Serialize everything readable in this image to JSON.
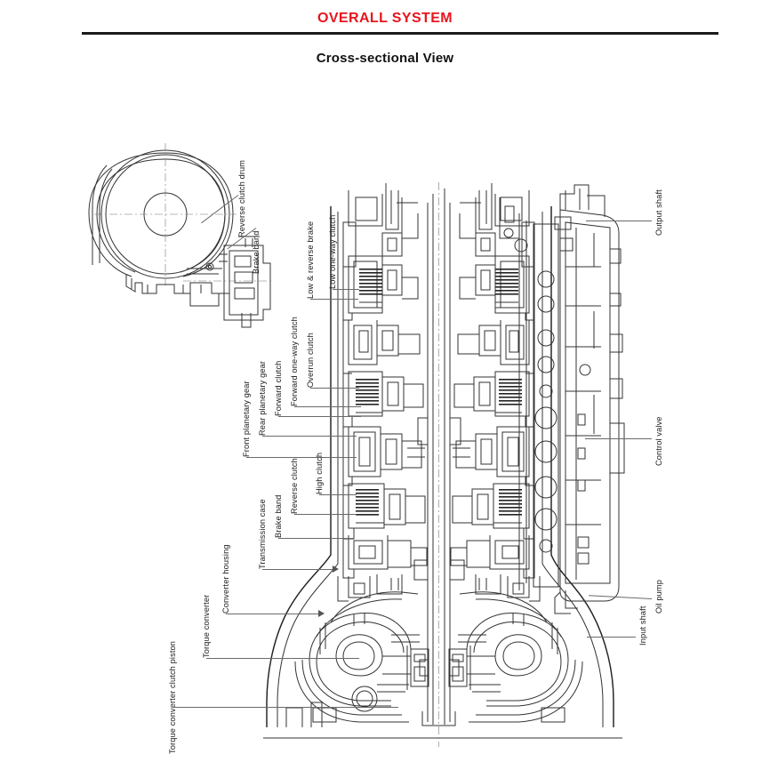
{
  "header": {
    "section_title": "OVERALL SYSTEM",
    "subtitle": "Cross-sectional View"
  },
  "diagram": {
    "name": "automatic-transmission-cross-section",
    "line_color": "#333333",
    "leader_color": "#6a6a6a",
    "accent_color": "#e8141e",
    "background": "#ffffff"
  },
  "callouts": {
    "detail_view": [
      {
        "id": "reverse-clutch-drum",
        "label": "Reverse clutch drum"
      },
      {
        "id": "brake-band-detail",
        "label": "Brake band"
      }
    ],
    "left": [
      {
        "id": "low-and-reverse-brake",
        "label": "Low & reverse brake"
      },
      {
        "id": "low-one-way-clutch",
        "label": "Low one-way clutch"
      },
      {
        "id": "overrun-clutch",
        "label": "Overrun clutch"
      },
      {
        "id": "forward-one-way-clutch",
        "label": "Forward one-way clutch"
      },
      {
        "id": "forward-clutch",
        "label": "Forward clutch"
      },
      {
        "id": "rear-planetary-gear",
        "label": "Rear planetary gear"
      },
      {
        "id": "front-planetary-gear",
        "label": "Front planetary gear"
      },
      {
        "id": "high-clutch",
        "label": "High clutch"
      },
      {
        "id": "reverse-clutch",
        "label": "Reverse clutch"
      },
      {
        "id": "brake-band",
        "label": "Brake band"
      },
      {
        "id": "transmission-case",
        "label": "Transmission case"
      },
      {
        "id": "converter-housing",
        "label": "Converter housing"
      },
      {
        "id": "torque-converter",
        "label": "Torque converter"
      },
      {
        "id": "torque-converter-clutch-piston",
        "label": "Torque converter clutch piston"
      }
    ],
    "right": [
      {
        "id": "output-shaft",
        "label": "Output shaft"
      },
      {
        "id": "control-valve",
        "label": "Control valve"
      },
      {
        "id": "oil-pump",
        "label": "Oil pump"
      },
      {
        "id": "input-shaft",
        "label": "Input shaft"
      }
    ]
  }
}
